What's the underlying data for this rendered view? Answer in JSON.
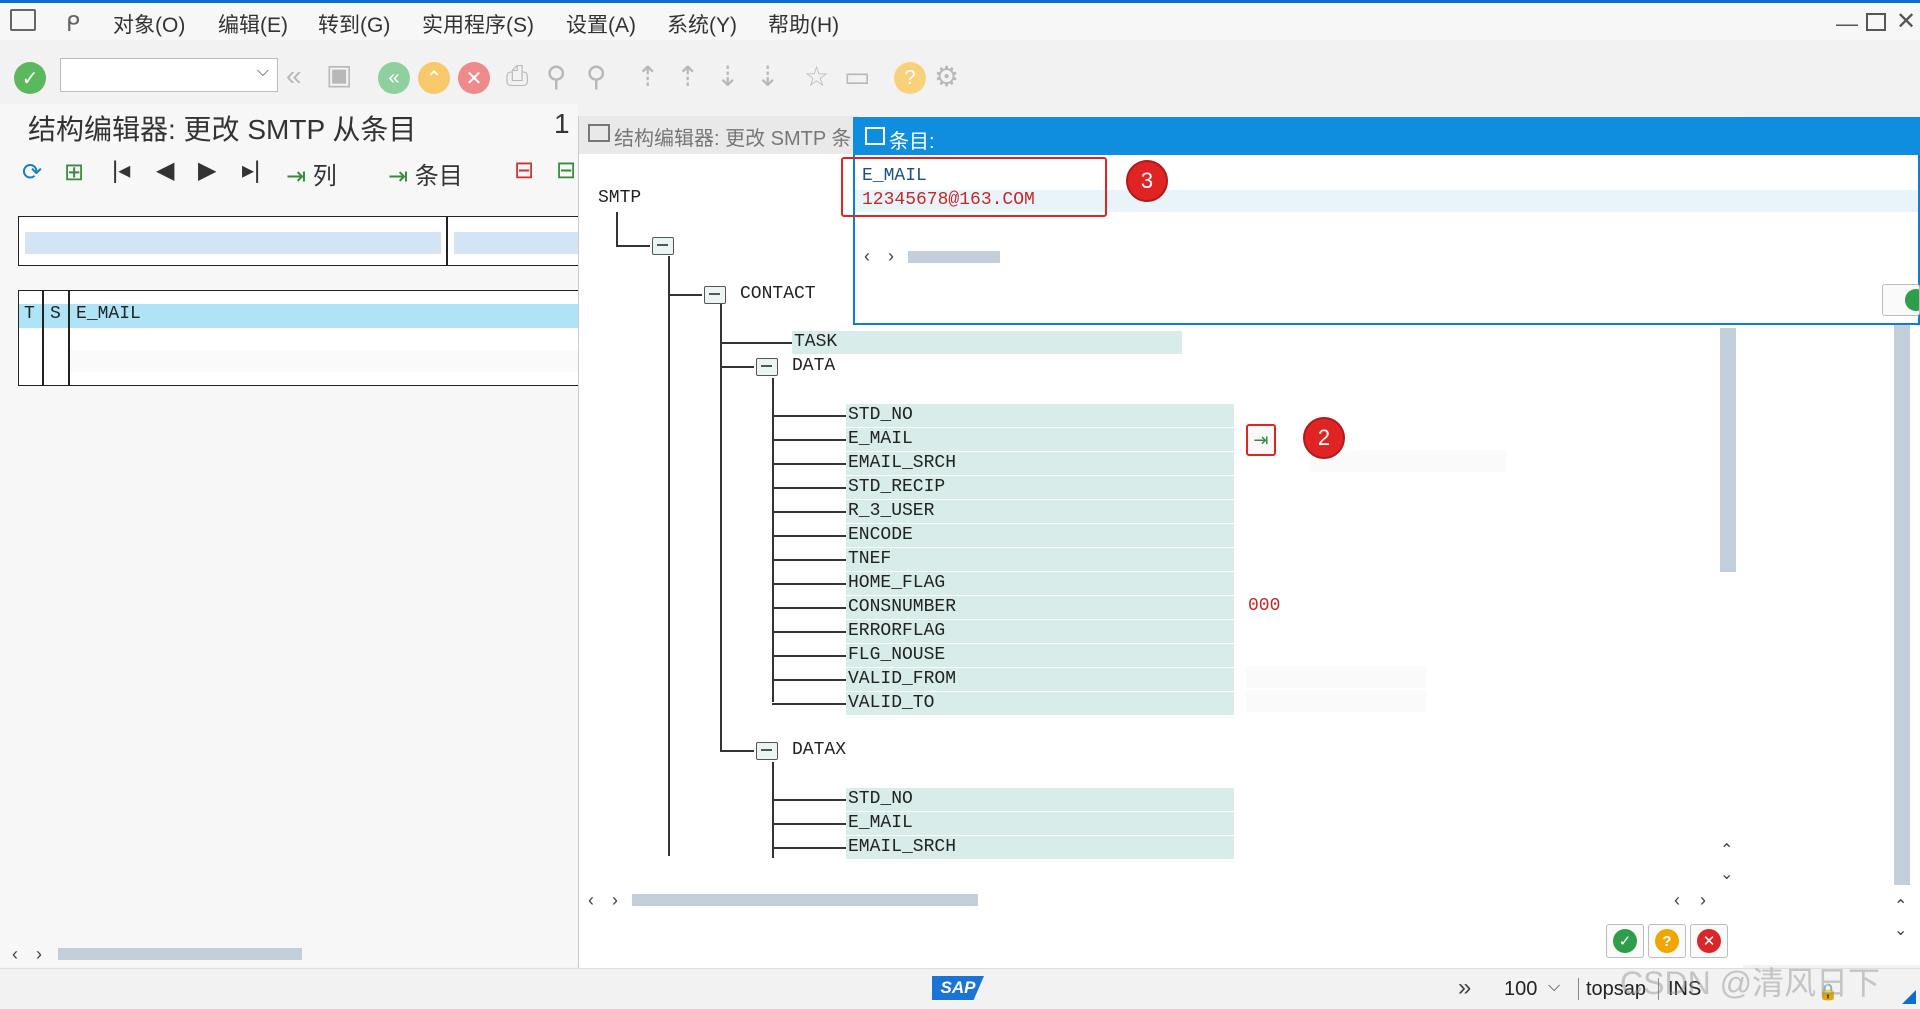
{
  "menu": {
    "items": [
      "对象(O)",
      "编辑(E)",
      "转到(G)",
      "实用程序(S)",
      "设置(A)",
      "系统(Y)",
      "帮助(H)"
    ]
  },
  "left": {
    "title": "结构编辑器: 更改 SMTP 从条目",
    "title_suffix": "1",
    "btn_column": "列",
    "btn_entry": "条目",
    "table_header": {
      "t": "T",
      "s": "S",
      "field": "E_MAIL"
    }
  },
  "tree": {
    "back_title": "结构编辑器: 更改 SMTP 条",
    "root": "SMTP",
    "contact": "CONTACT",
    "task": "TASK",
    "data": "DATA",
    "data_fields": [
      "STD_NO",
      "E_MAIL",
      "EMAIL_SRCH",
      "STD_RECIP",
      "R_3_USER",
      "ENCODE",
      "TNEF",
      "HOME_FLAG",
      "CONSNUMBER",
      "ERRORFLAG",
      "FLG_NOUSE",
      "VALID_FROM",
      "VALID_TO"
    ],
    "consnumber_value": "000",
    "datax": "DATAX",
    "datax_fields": [
      "STD_NO",
      "E_MAIL",
      "EMAIL_SRCH"
    ]
  },
  "dialog": {
    "title": "条目:",
    "field_name": "E_MAIL",
    "field_value": "12345678@163.COM"
  },
  "callouts": {
    "two": "2",
    "three": "3"
  },
  "status": {
    "zoom": "100",
    "system": "topsap",
    "mode": "INS",
    "logo": "SAP",
    "watermark": "CSDN @清风日下"
  },
  "colors": {
    "accent": "#0f8ee0",
    "check_green": "#2e9e4a",
    "help_orange": "#f0a500",
    "cancel_red": "#d9262b",
    "callout_red": "#e02424"
  }
}
